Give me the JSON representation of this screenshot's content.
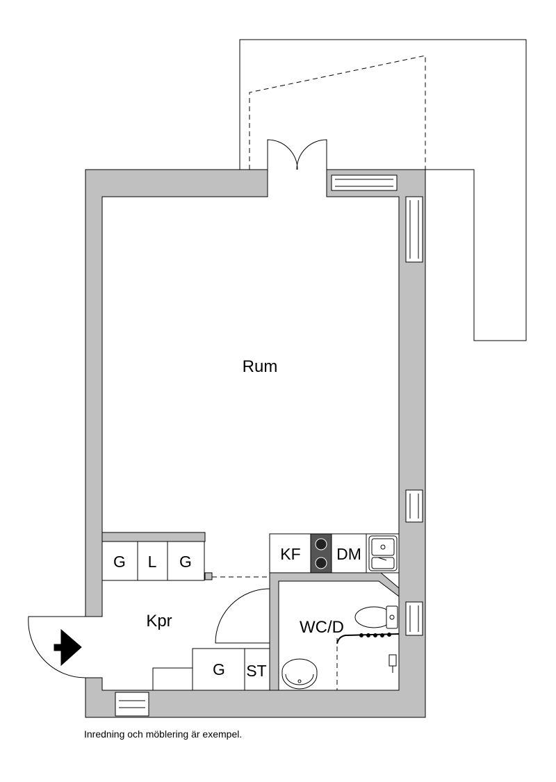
{
  "rooms": {
    "rum": "Rum",
    "kpr": "Kpr",
    "wcd": "WC/D"
  },
  "fixtures": {
    "kf": "KF",
    "dm": "DM",
    "g1": "G",
    "l": "L",
    "g2": "G",
    "g3": "G",
    "st": "ST"
  },
  "footnote": "Inredning och möblering är exempel.",
  "colors": {
    "wall": "#c0c0c0",
    "line": "#000000",
    "background": "#ffffff"
  }
}
